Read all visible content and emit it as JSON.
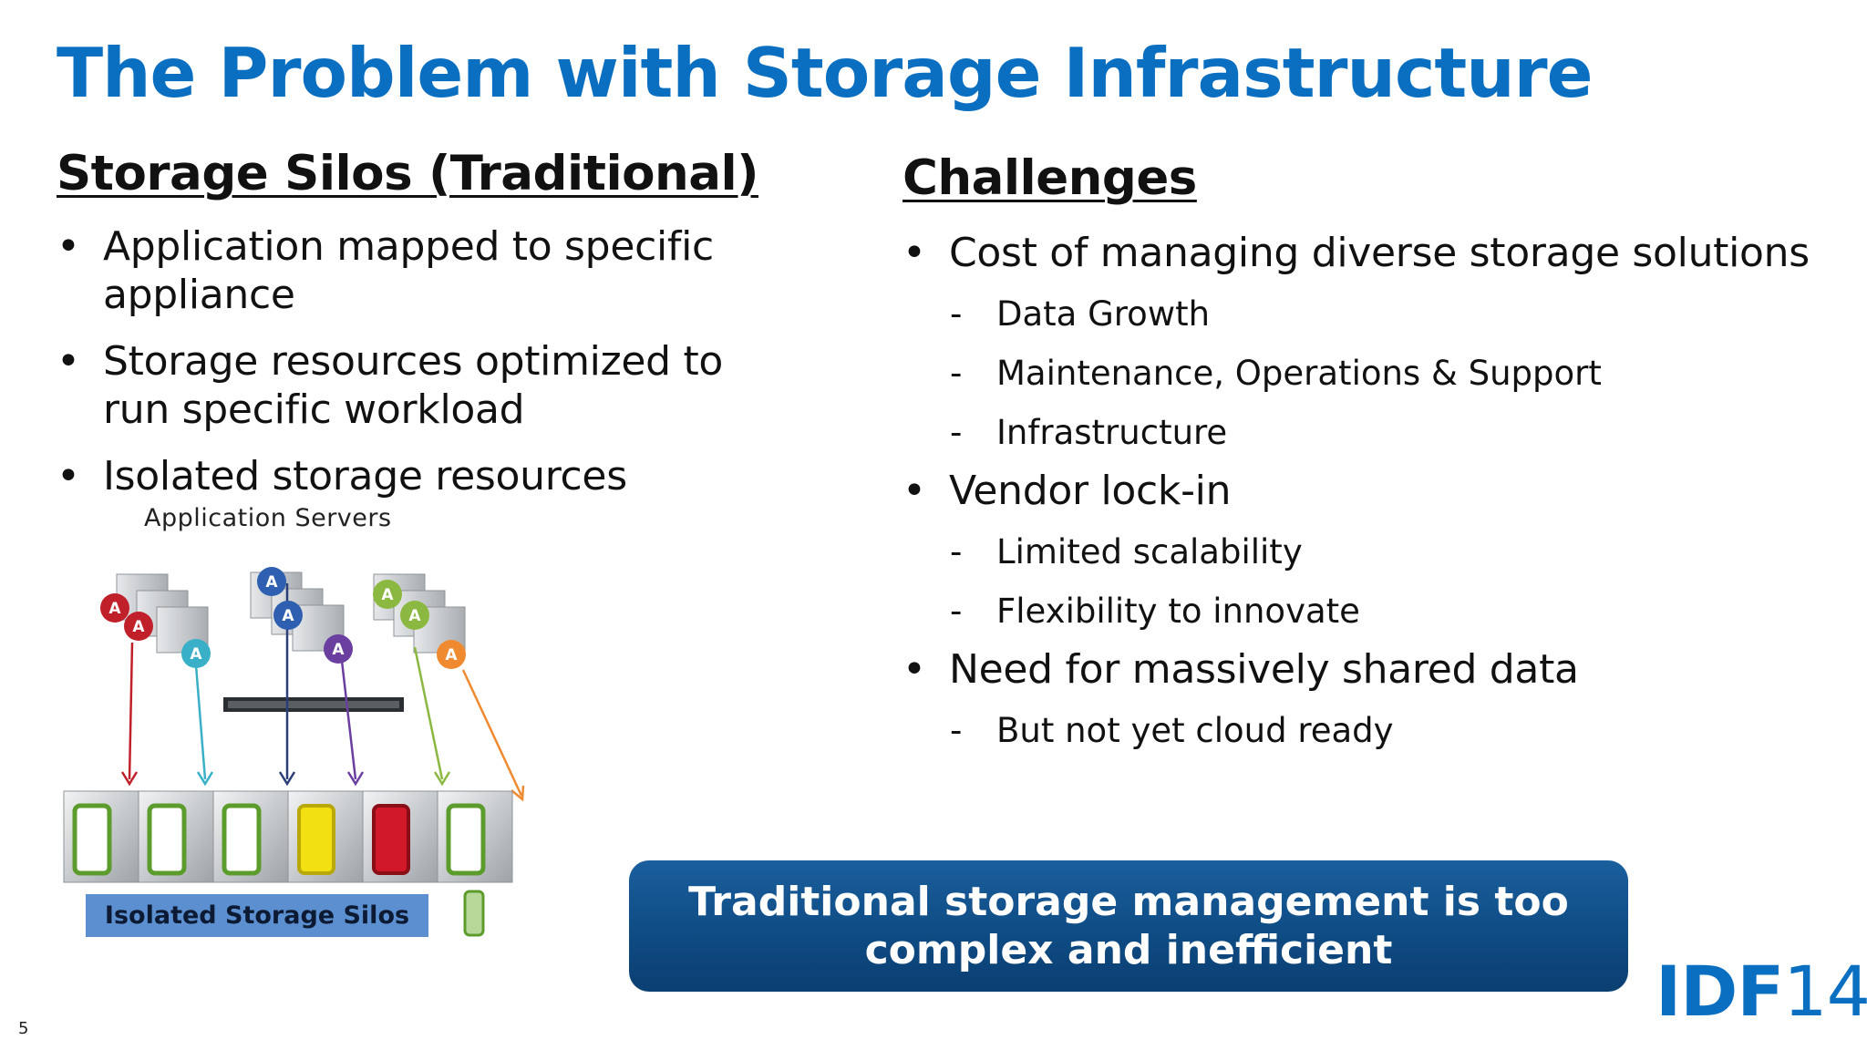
{
  "slide": {
    "title": "The Problem with Storage Infrastructure",
    "page_number": "5"
  },
  "left": {
    "heading": "Storage Silos (Traditional)",
    "bullets": [
      "Application mapped to specific appliance",
      "Storage resources optimized to run specific workload",
      "Isolated storage resources"
    ]
  },
  "diagram": {
    "top_label": "Application Servers",
    "bottom_label": "Isolated Storage Silos",
    "app_badge_letter": "A",
    "colors": {
      "red": "#c0202a",
      "teal": "#3ab0c8",
      "navy": "#2a3f7a",
      "blue": "#2e5fb0",
      "purple": "#6a3fa0",
      "green": "#8ab840",
      "orange": "#f08a30",
      "yellow": "#f2e012"
    }
  },
  "right": {
    "heading": "Challenges",
    "items": [
      {
        "text": "Cost of managing diverse storage solutions",
        "subs": [
          "Data Growth",
          "Maintenance, Operations & Support",
          "Infrastructure"
        ]
      },
      {
        "text": "Vendor lock-in",
        "subs": [
          "Limited scalability",
          "Flexibility to innovate"
        ]
      },
      {
        "text": "Need for massively shared data",
        "subs": [
          "But not yet cloud ready"
        ]
      }
    ]
  },
  "callout": {
    "text": "Traditional storage management is too complex and inefficient"
  },
  "logo": {
    "brand": "IDF",
    "year": "14"
  },
  "theme": {
    "title_color": "#0a6fc1",
    "callout_color": "#0e4a82"
  }
}
